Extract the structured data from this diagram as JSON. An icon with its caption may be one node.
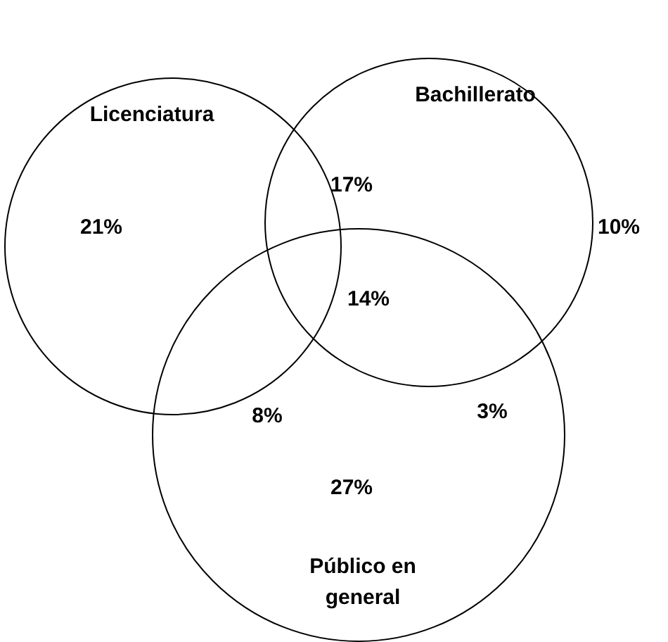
{
  "diagram": {
    "nodes": [
      {
        "text": [
          "Licenciatura"
        ]
      },
      {
        "text": [
          "Bachillerato"
        ]
      },
      {
        "text": [
          "Público en general"
        ]
      }
    ],
    "edges": [],
    "labels": [
      "21%",
      "17%",
      "10%",
      "14%",
      "8%",
      "3%",
      "27%"
    ]
  }
}
